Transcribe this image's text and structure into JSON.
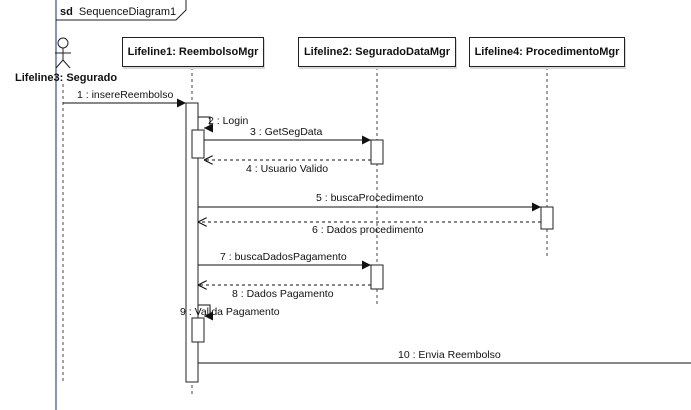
{
  "frame": {
    "keyword": "sd",
    "name": "SequenceDiagram1"
  },
  "actor": {
    "label": "Lifeline3: Segurado"
  },
  "lifelines": [
    {
      "id": "L1",
      "label": "Lifeline1: ReembolsoMgr"
    },
    {
      "id": "L2",
      "label": "Lifeline2: SeguradoDataMgr"
    },
    {
      "id": "L4",
      "label": "Lifeline4: ProcedimentoMgr"
    }
  ],
  "messages": [
    {
      "n": "1",
      "label": "1 : insereReembolso",
      "from": "actor",
      "to": "L1",
      "kind": "sync"
    },
    {
      "n": "2",
      "label": "2 : Login",
      "from": "L1",
      "to": "L1",
      "kind": "self"
    },
    {
      "n": "3",
      "label": "3 : GetSegData",
      "from": "L1",
      "to": "L2",
      "kind": "sync"
    },
    {
      "n": "4",
      "label": "4 : Usuario Valido",
      "from": "L2",
      "to": "L1",
      "kind": "reply"
    },
    {
      "n": "5",
      "label": "5 : buscaProcedimento",
      "from": "L1",
      "to": "L4",
      "kind": "sync"
    },
    {
      "n": "6",
      "label": "6 : Dados procedimento",
      "from": "L4",
      "to": "L1",
      "kind": "reply"
    },
    {
      "n": "7",
      "label": "7 : buscaDadosPagamento",
      "from": "L1",
      "to": "L2",
      "kind": "sync"
    },
    {
      "n": "8",
      "label": "8 : Dados Pagamento",
      "from": "L2",
      "to": "L1",
      "kind": "reply"
    },
    {
      "n": "9",
      "label": "9 : Valida Pagamento",
      "from": "L1",
      "to": "L1",
      "kind": "self"
    },
    {
      "n": "10",
      "label": "10 : Envia Reembolso",
      "from": "L1",
      "to": "offscreen",
      "kind": "sync"
    }
  ]
}
